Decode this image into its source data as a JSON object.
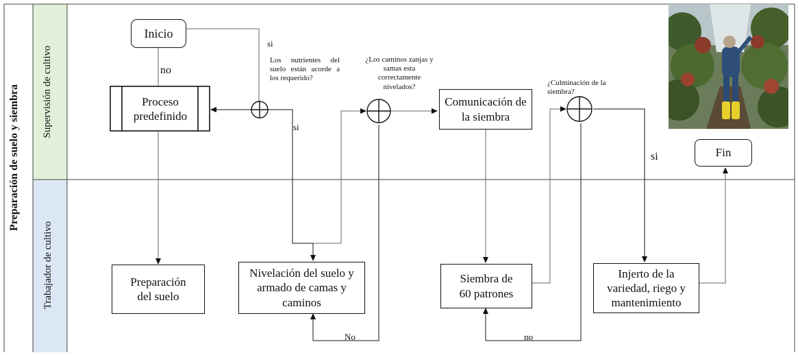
{
  "pool_label": "Preparación de suelo y siembra",
  "lanes": {
    "top": {
      "label": "Supervisión de cultivo",
      "color": "#e2efd9"
    },
    "bottom": {
      "label": "Trabajador de cultivo",
      "color": "#dbe7f5"
    }
  },
  "nodes": {
    "inicio": "Inicio",
    "proceso": "Proceso predefinido",
    "comunicacion": "Comunicación de la siembra",
    "fin": "Fin",
    "preparacion": "Preparación del suelo",
    "nivelacion": "Nivelación del suelo y armado de camas y caminos",
    "siembra": "Siembra de 60 patrones",
    "injerto": "Injerto de la variedad, riego y mantenimiento"
  },
  "questions": {
    "q1": "Los nutrientes del suelo están acorde a los requerido?",
    "q2": "¿Los caminos zanjas y samas esta correctamente nivelados?",
    "q3": "¿Culminación de la siembra?"
  },
  "edge_labels": {
    "si_top": "si",
    "no_inicio": "no",
    "si_q1": "si",
    "no_bottom1": "No",
    "no_bottom2": "no",
    "si_q3": "si"
  },
  "photo": {
    "description_icon": "greenhouse-worker-photo"
  }
}
